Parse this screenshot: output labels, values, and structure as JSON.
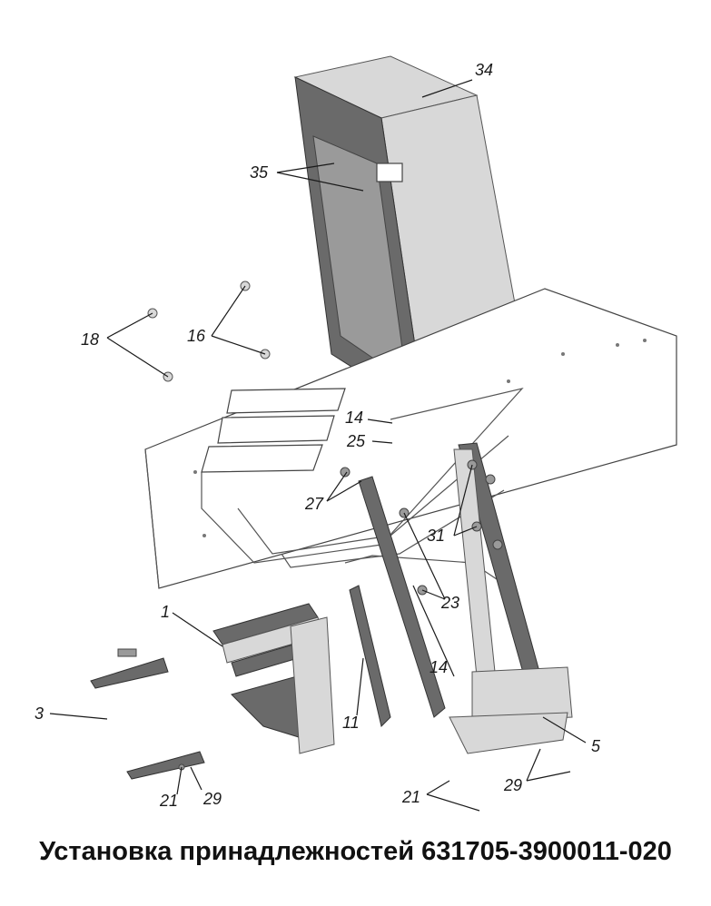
{
  "caption": "Установка принадлежностей 631705-3900011-020",
  "callouts": {
    "c1": "1",
    "c3": "3",
    "c5": "5",
    "c11": "11",
    "c14a": "14",
    "c14b": "14",
    "c16": "16",
    "c18": "18",
    "c21a": "21",
    "c21b": "21",
    "c23": "23",
    "c25": "25",
    "c27": "27",
    "c29a": "29",
    "c29b": "29",
    "c31": "31",
    "c34": "34",
    "c35": "35"
  }
}
